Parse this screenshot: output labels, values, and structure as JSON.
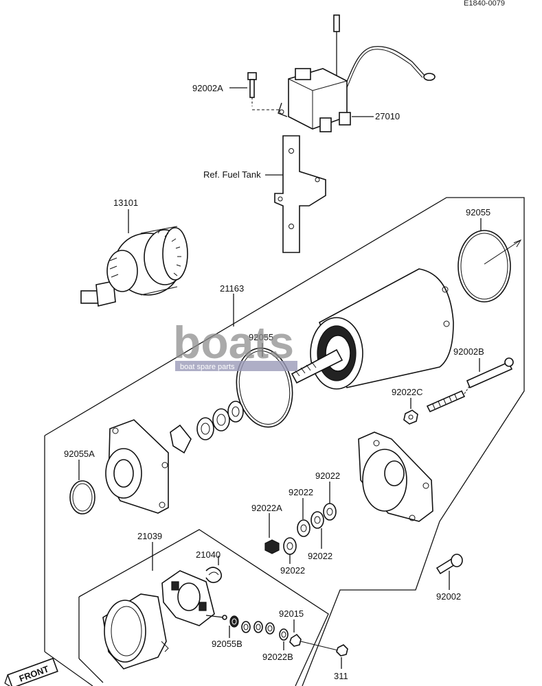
{
  "drawing_code": "E1840-0079",
  "reference_note": "Ref. Fuel Tank",
  "front_marker": "FRONT",
  "watermark": {
    "brand": "boats",
    "tagline": "boat spare parts"
  },
  "part_numbers": {
    "bolt_top": "92002A",
    "relay": "27010",
    "clutch": "13101",
    "oring_right": "92055",
    "starter_body": "21163",
    "oring_center": "92055",
    "long_bolt": "92002B",
    "nut_small": "92022C",
    "oring_left": "92055A",
    "washer_1": "92022",
    "washer_2": "92022",
    "washer_a": "92022A",
    "washer_3": "92022",
    "washer_4": "92022",
    "brush_holder": "21039",
    "brush_spring": "21040",
    "bolt_bottom": "92002",
    "washer_b": "92055B",
    "bushing": "92015",
    "washer_22b": "92022B",
    "nut_311": "311"
  }
}
